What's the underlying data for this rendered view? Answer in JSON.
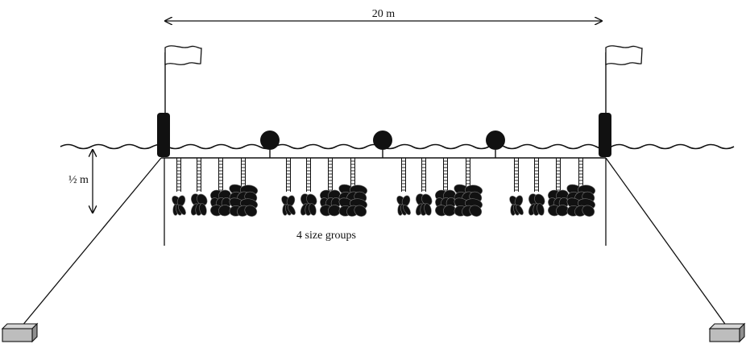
{
  "diagram": {
    "labels": {
      "span": "20 m",
      "depth": "½ m",
      "groups": "4 size groups"
    },
    "colors": {
      "ink": "#111111",
      "background": "#ffffff",
      "anchor_fill": "#bdbdbd"
    },
    "icons": {
      "flag": "flag-icon",
      "float": "buoy-icon",
      "anchor": "anchor-block-icon"
    },
    "structure": {
      "clusters": 4,
      "ropes_per_cluster": 4,
      "buoys": 3,
      "poles": 2,
      "anchors": 2
    }
  }
}
